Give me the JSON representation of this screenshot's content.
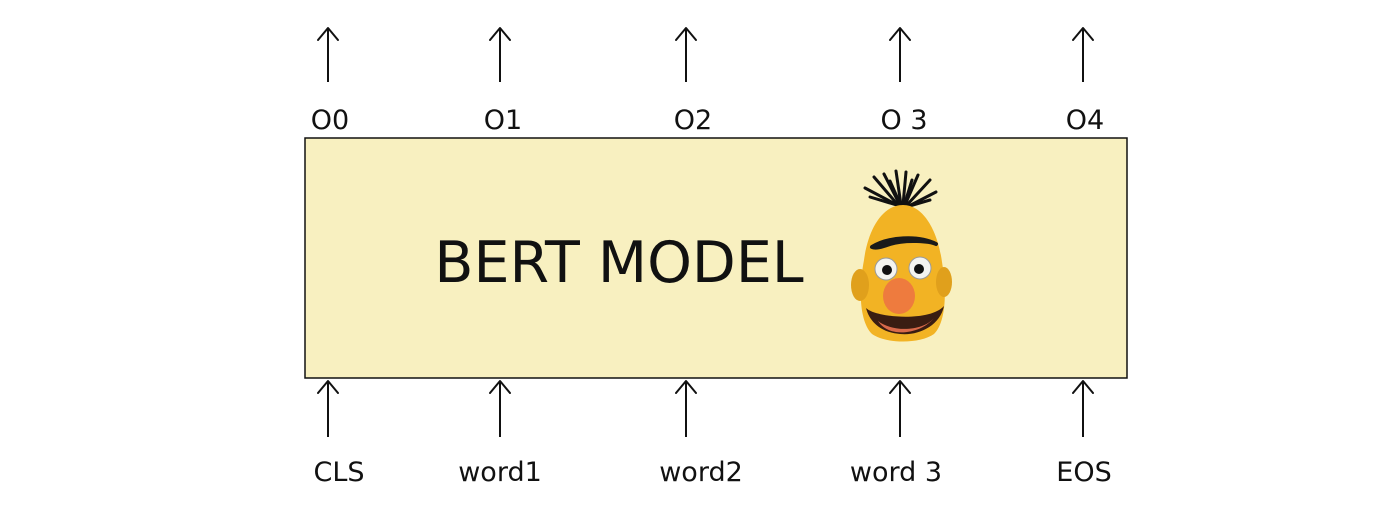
{
  "model": {
    "title": "BERT MODEL",
    "box_color": "#f8f0c0",
    "border_color": "#111111",
    "mascot_icon": "bert-face-icon"
  },
  "columns": [
    {
      "output": "O0",
      "input": "CLS"
    },
    {
      "output": "O1",
      "input": "word1"
    },
    {
      "output": "O2",
      "input": "word2"
    },
    {
      "output": "O 3",
      "input": "word 3"
    },
    {
      "output": "O4",
      "input": "EOS"
    }
  ],
  "colors": {
    "face": "#f2b324",
    "face_shadow": "#d98f12",
    "nose": "#ee7b3e",
    "brow": "#1a1a1a",
    "mouth": "#3a1d12",
    "tongue": "#d86a4a"
  }
}
